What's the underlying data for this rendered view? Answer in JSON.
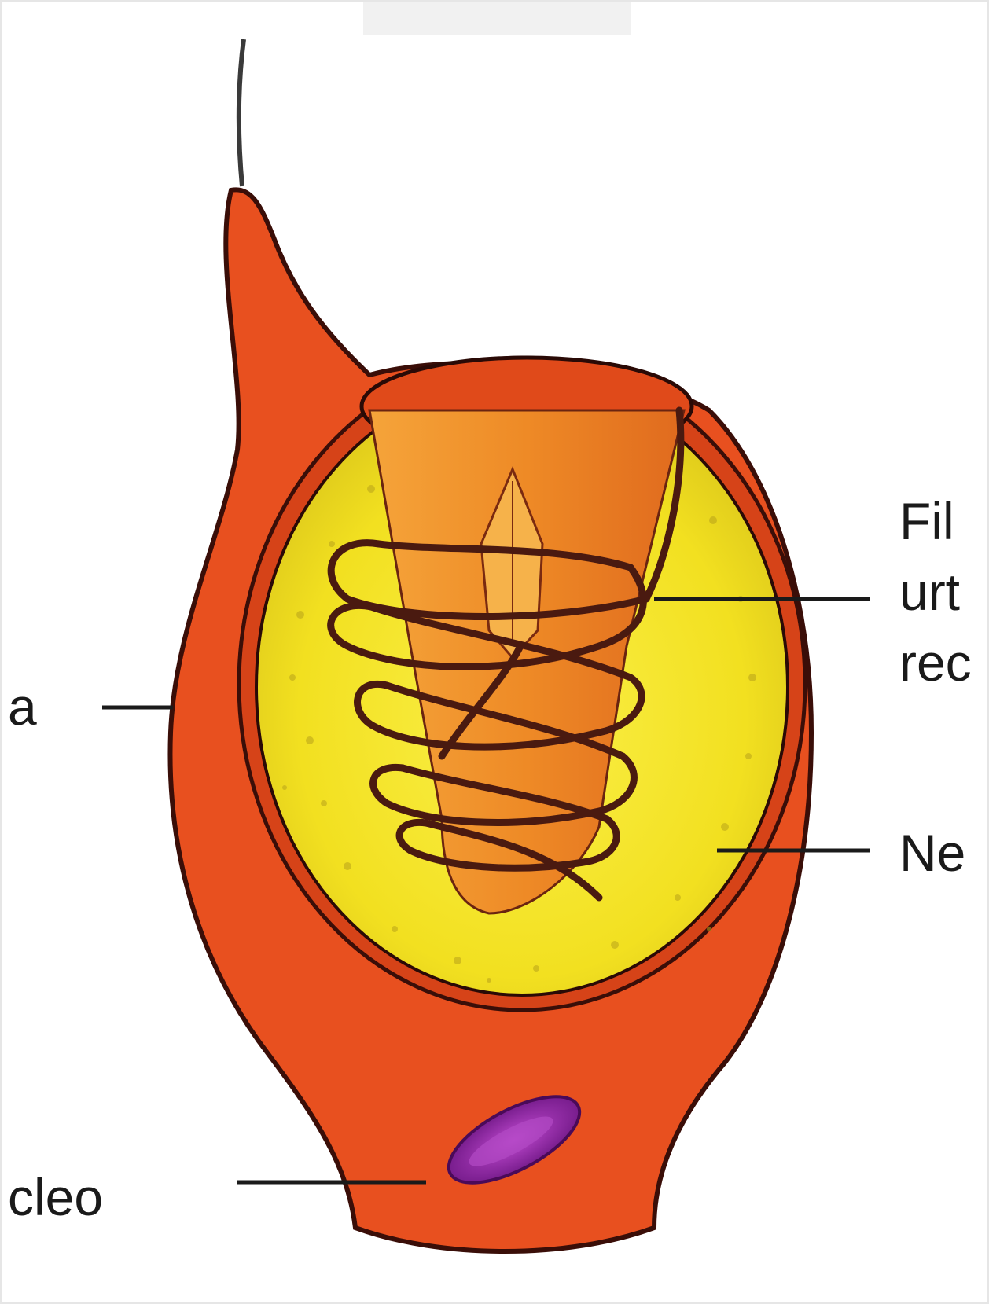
{
  "labels": {
    "left_upper": "a",
    "left_lower": "cleo",
    "right_1": "Fil",
    "right_2": "urt",
    "right_3": "rec",
    "right_4": "Ne"
  },
  "colors": {
    "capsule_orange": "#e8501f",
    "capsule_outline": "#3a0e08",
    "capsule_interior": "#f3e61e",
    "tube_orange": "#f08a26",
    "filament": "#4a1a10",
    "nucleus": "#8a1ea0",
    "leader_line": "#1a1a1a"
  }
}
